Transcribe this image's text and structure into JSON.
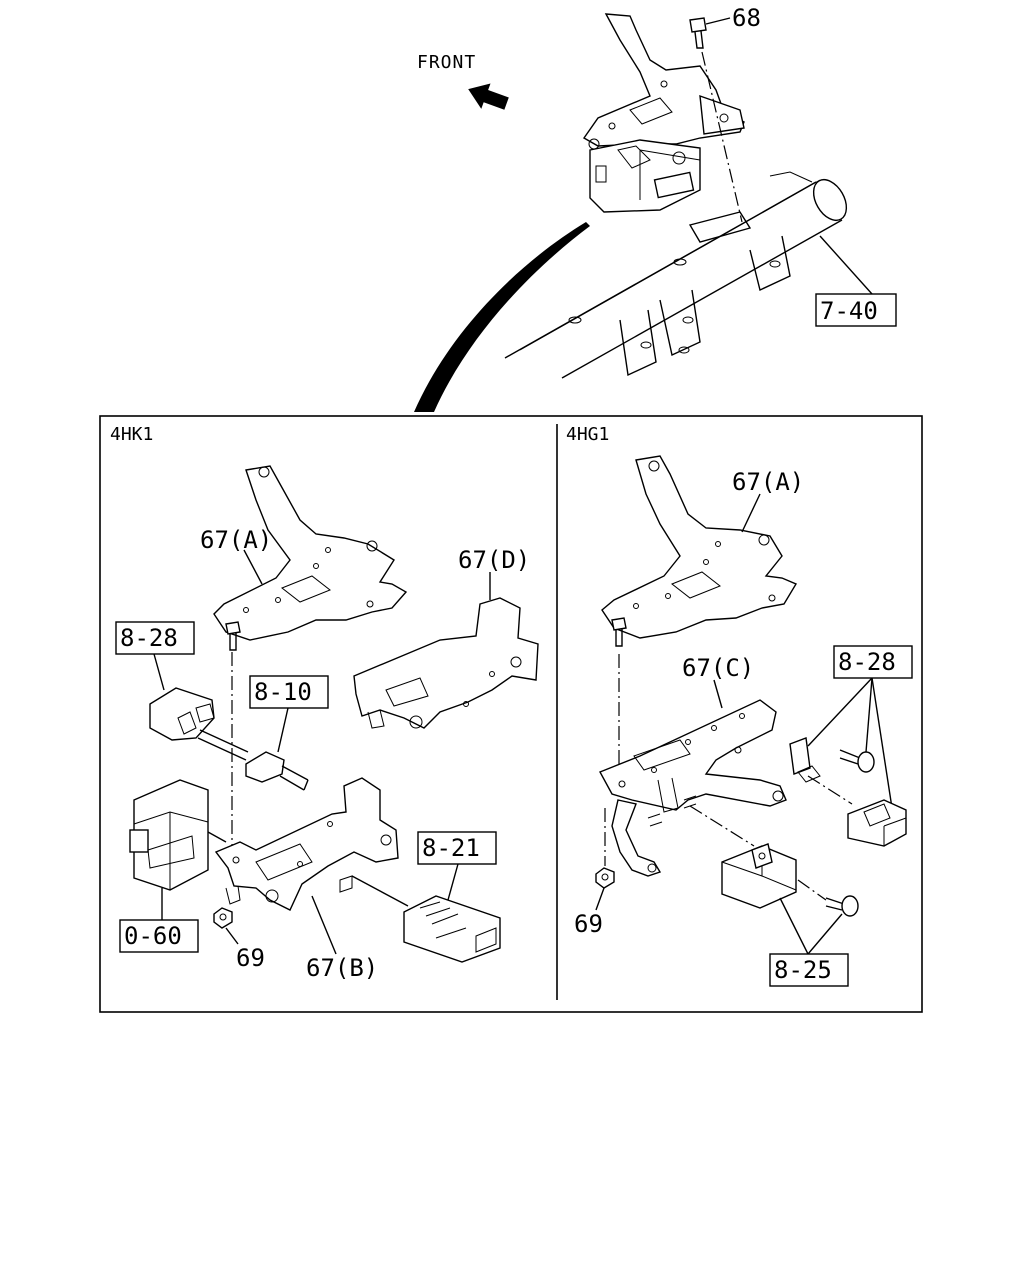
{
  "header": {
    "front_label": "FRONT"
  },
  "upper_assembly": {
    "callout_bolt": "68",
    "callout_frame": "7-40"
  },
  "panels": {
    "left": {
      "engine_label": "4HK1",
      "callouts": {
        "bracket_a": "67(A)",
        "bracket_d": "67(D)",
        "bracket_b": "67(B)",
        "relay_8_28": "8-28",
        "connector_8_10": "8-10",
        "connector_8_21": "8-21",
        "module_0_60": "0-60",
        "nut_69": "69"
      }
    },
    "right": {
      "engine_label": "4HG1",
      "callouts": {
        "bracket_a": "67(A)",
        "bracket_c": "67(C)",
        "relay_8_28": "8-28",
        "relay_8_25": "8-25",
        "nut_69": "69"
      }
    }
  }
}
